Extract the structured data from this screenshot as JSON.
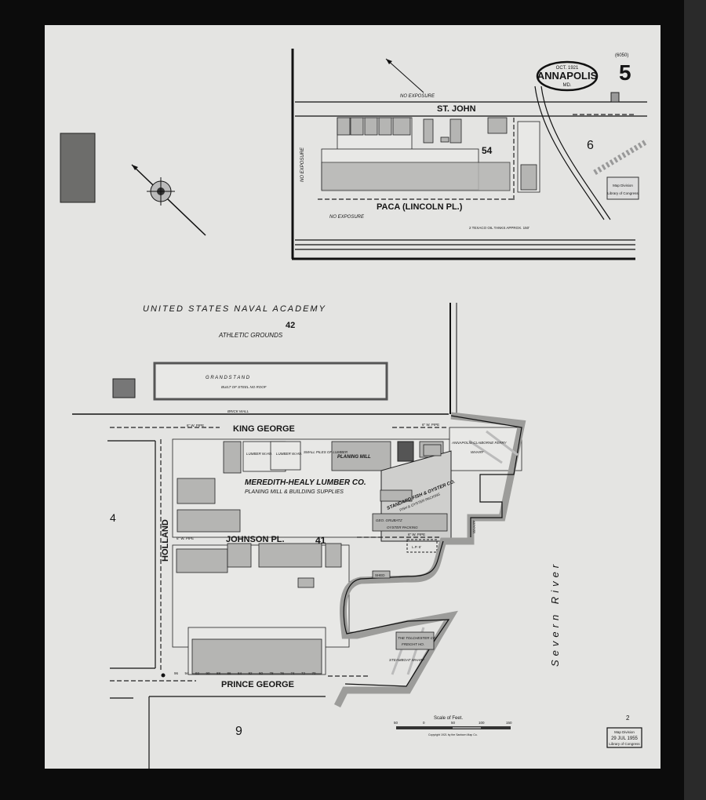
{
  "sheet": {
    "title_city": "ANNAPOLIS",
    "title_state": "MD.",
    "title_date": "OCT. 1921",
    "sheet_number": "5",
    "sheet_subnote": "(6050)",
    "corner_number": "2"
  },
  "inset": {
    "block_number": "54",
    "adjacent_sheet": "6",
    "streets": [
      "ST. JOHN",
      "PACA (LINCOLN PL.)"
    ],
    "notes": [
      "NO EXPOSURE",
      "NO EXPOSURE",
      "NO EXPOSURE",
      "2 TEXACO OIL TANKS APPROX. 150'"
    ],
    "stamp": [
      "Map Division",
      "Library of Congress"
    ]
  },
  "main": {
    "academy_title": "UNITED STATES NAVAL ACADEMY",
    "academy_block": "42",
    "athletic_grounds": "ATHLETIC GROUNDS",
    "grand_stand": "G R A N D   S T A N D",
    "grand_stand_note": "BUILT OF STEEL NO ROOF",
    "brick_wall": "BRICK WALL",
    "streets": {
      "king_george": "KING GEORGE",
      "johnson": "JOHNSON  PL.",
      "prince_george": "PRINCE GEORGE",
      "holland": "HOLLAND"
    },
    "block_number": "41",
    "adjacent_sheets": {
      "left": "4",
      "bottom": "9"
    },
    "river": "Severn River",
    "businesses": {
      "lumber_co": "MEREDITH-HEALY LUMBER CO.",
      "lumber_sub": "PLANING MILL & BUILDING SUPPLIES",
      "planing_mill": "PLANING MILL",
      "lumber_whs1": "LUMBER W.HO.",
      "lumber_whs2": "LUMBER W.HO.",
      "small_piles": "SMALL PILES OF LUMBER",
      "ferry": "ANNAPOLIS-CLAIBORNE FERRY",
      "ferry_wharf": "WHARF",
      "oyster": "STANDARD FISH & OYSTER CO.",
      "oyster_sub": "FISH & OYSTER PACKING",
      "grubatz": "GEO. GRUBATZ",
      "grubatz_sub": "OYSTER PACKING",
      "wharf": "WHARF",
      "tolchester": "THE TOLCHESTER CO.",
      "tolchester_sub": "FREIGHT HO.",
      "steamboat_wharf": "STEAMBOAT WHARF",
      "lpa": "L.P. 6'",
      "shed": "SHED"
    },
    "pipes": [
      "6\" W. PIPE",
      "6\" W. PIPE",
      "6\" W. PIPE",
      "6\" W. PIPE"
    ],
    "house_numbers_prince_george": [
      "96",
      "94",
      "92",
      "90",
      "88",
      "86",
      "84",
      "82",
      "80",
      "78",
      "76",
      "74",
      "72",
      "70"
    ]
  },
  "scale": {
    "label": "Scale of Feet.",
    "ticks": [
      "50",
      "0",
      "50",
      "100",
      "150"
    ],
    "copyright": "Copyright 1921 by the Sanborn Map Co."
  },
  "stamp": {
    "line1": "Map Division",
    "line2": "29 JUL 1955",
    "line3": "Library of Congress"
  }
}
